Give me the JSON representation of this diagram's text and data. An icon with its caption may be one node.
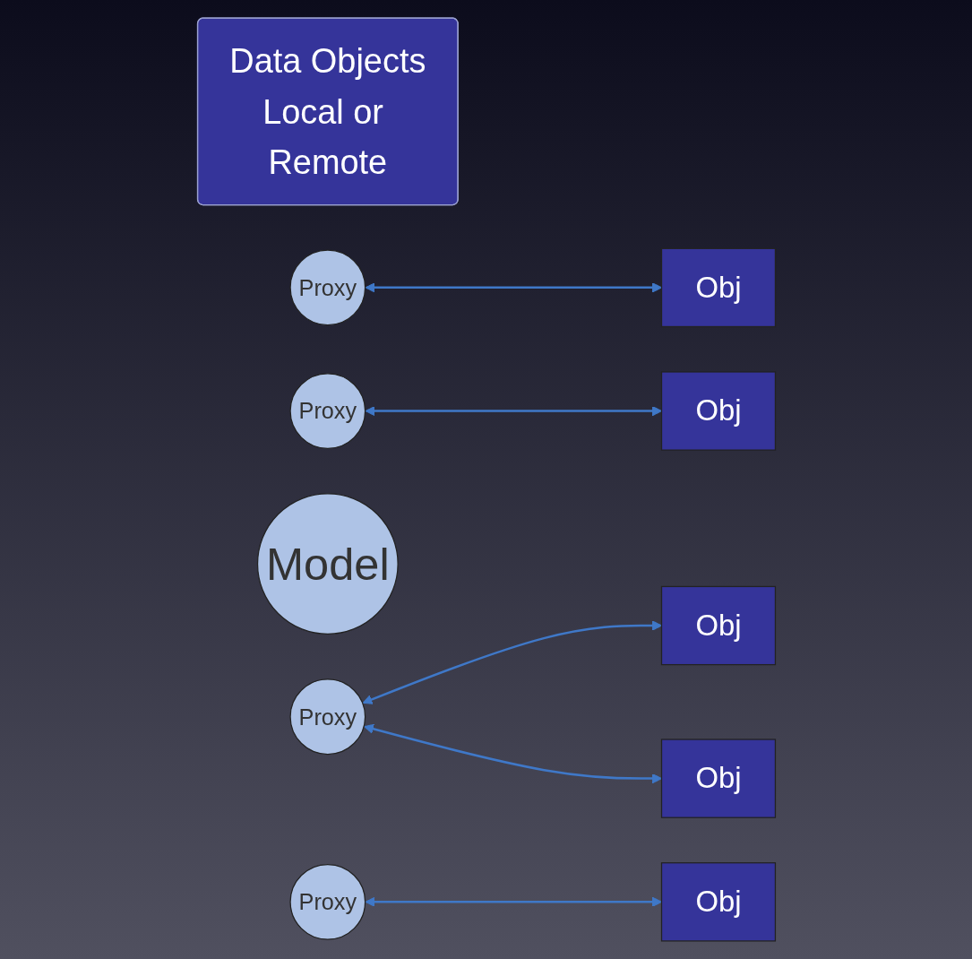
{
  "diagram": {
    "nodes": [
      {
        "text": [
          "Data Objects",
          "Local or Remote"
        ]
      },
      {
        "text": [
          "Proxy"
        ]
      },
      {
        "text": [
          "Obj"
        ]
      },
      {
        "text": [
          "Proxy"
        ]
      },
      {
        "text": [
          "Obj"
        ]
      },
      {
        "text": [
          "Model"
        ]
      },
      {
        "text": [
          "Obj"
        ]
      },
      {
        "text": [
          "Proxy"
        ]
      },
      {
        "text": [
          "Obj"
        ]
      },
      {
        "text": [
          "Proxy"
        ]
      },
      {
        "text": [
          "Obj"
        ]
      }
    ],
    "edges": [
      {
        "from": 1,
        "to": 2,
        "arrow": "both"
      },
      {
        "from": 3,
        "to": 4,
        "arrow": "both"
      },
      {
        "from": 7,
        "to": 6,
        "arrow": "both"
      },
      {
        "from": 7,
        "to": 8,
        "arrow": "both"
      },
      {
        "from": 9,
        "to": 10,
        "arrow": "both"
      }
    ]
  }
}
